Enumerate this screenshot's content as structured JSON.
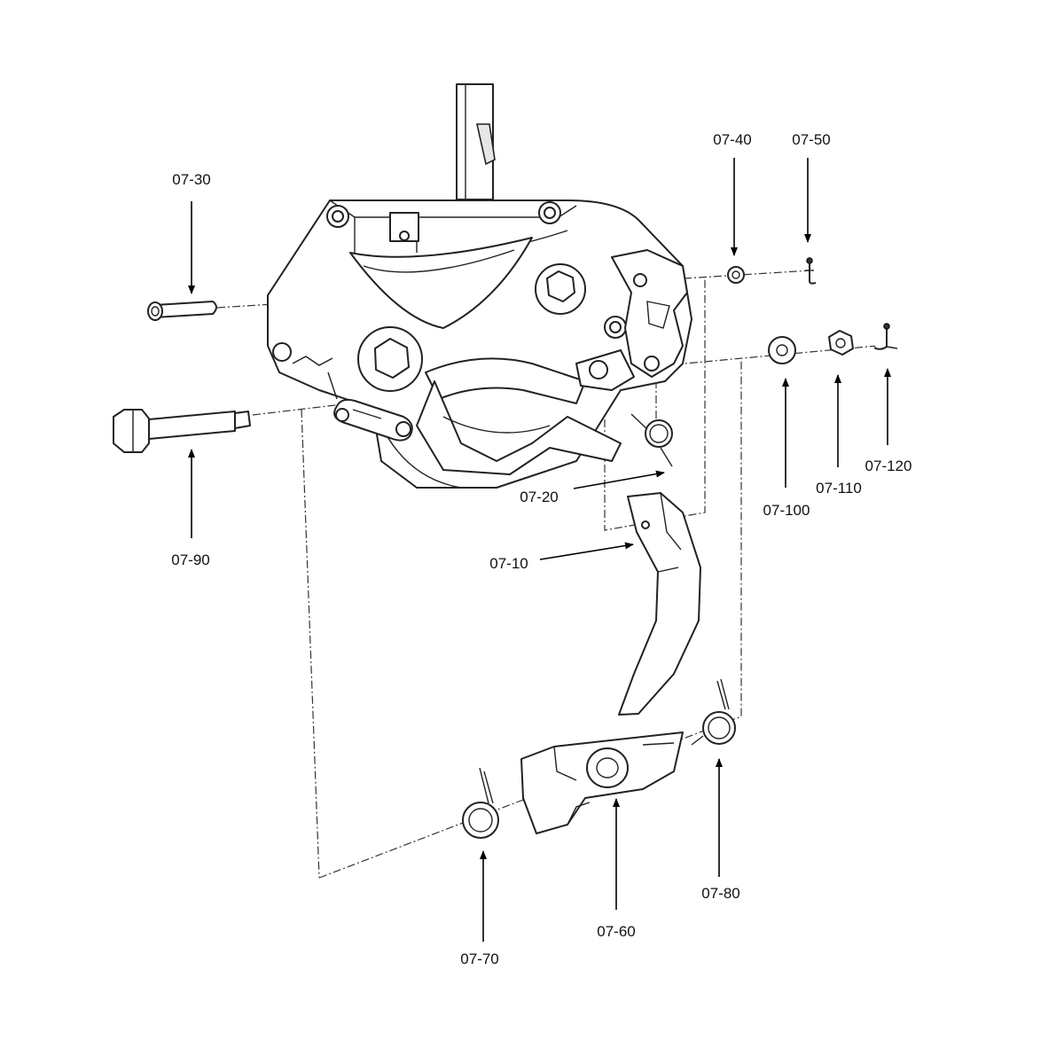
{
  "callouts": {
    "c07_10": "07-10",
    "c07_20": "07-20",
    "c07_30": "07-30",
    "c07_40": "07-40",
    "c07_50": "07-50",
    "c07_60": "07-60",
    "c07_70": "07-70",
    "c07_80": "07-80",
    "c07_90": "07-90",
    "c07_100": "07-100",
    "c07_110": "07-110",
    "c07_120": "07-120"
  },
  "colors": {
    "line": "#222222",
    "background": "#ffffff"
  }
}
